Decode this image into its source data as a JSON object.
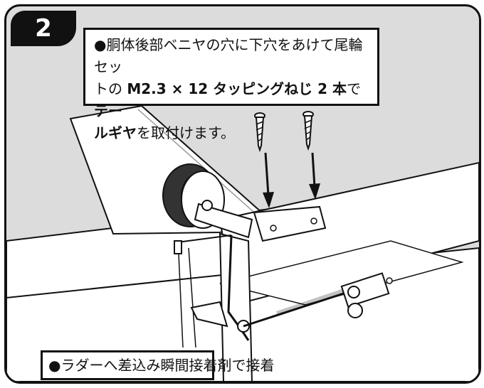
{
  "step": {
    "number": "2"
  },
  "callout_top": {
    "marker": "●",
    "line1": "胴体後部ベニヤの穴に下穴をあけて尾輪セッ",
    "line2_a": "トの ",
    "line2_b": "M2.3 × 12 タッピングねじ 2 本",
    "line2_c": "で",
    "line2_d": "テー",
    "line3_a": "ルギヤ",
    "line3_b": "を取付けます。"
  },
  "callout_bottom": {
    "text": "●ラダーへ差込み瞬間接着剤で接着"
  }
}
